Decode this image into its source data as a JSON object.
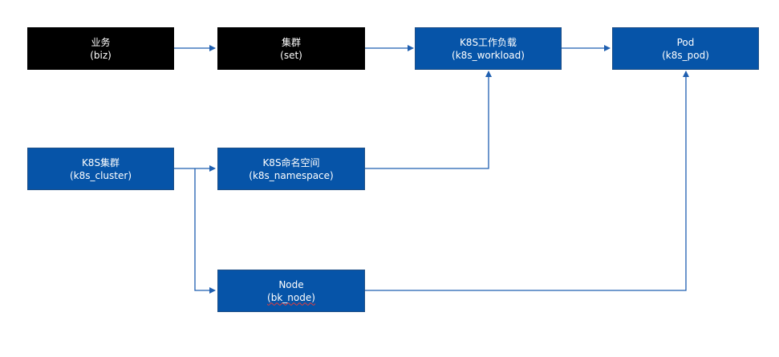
{
  "nodes": {
    "biz": {
      "title": "业务",
      "subtitle": "(biz)"
    },
    "set": {
      "title": "集群",
      "subtitle": "(set)"
    },
    "k8s_workload": {
      "title": "K8S工作负载",
      "subtitle": "(k8s_workload)"
    },
    "k8s_pod": {
      "title": "Pod",
      "subtitle": "(k8s_pod)"
    },
    "k8s_cluster": {
      "title": "K8S集群",
      "subtitle": "(k8s_cluster)"
    },
    "k8s_namespace": {
      "title": "K8S命名空间",
      "subtitle": "(k8s_namespace)"
    },
    "bk_node": {
      "title": "Node",
      "subtitle": "(bk_node)"
    }
  },
  "colors": {
    "node_black": "#000000",
    "node_blue": "#0654a8",
    "connector": "#1f5fb0"
  }
}
